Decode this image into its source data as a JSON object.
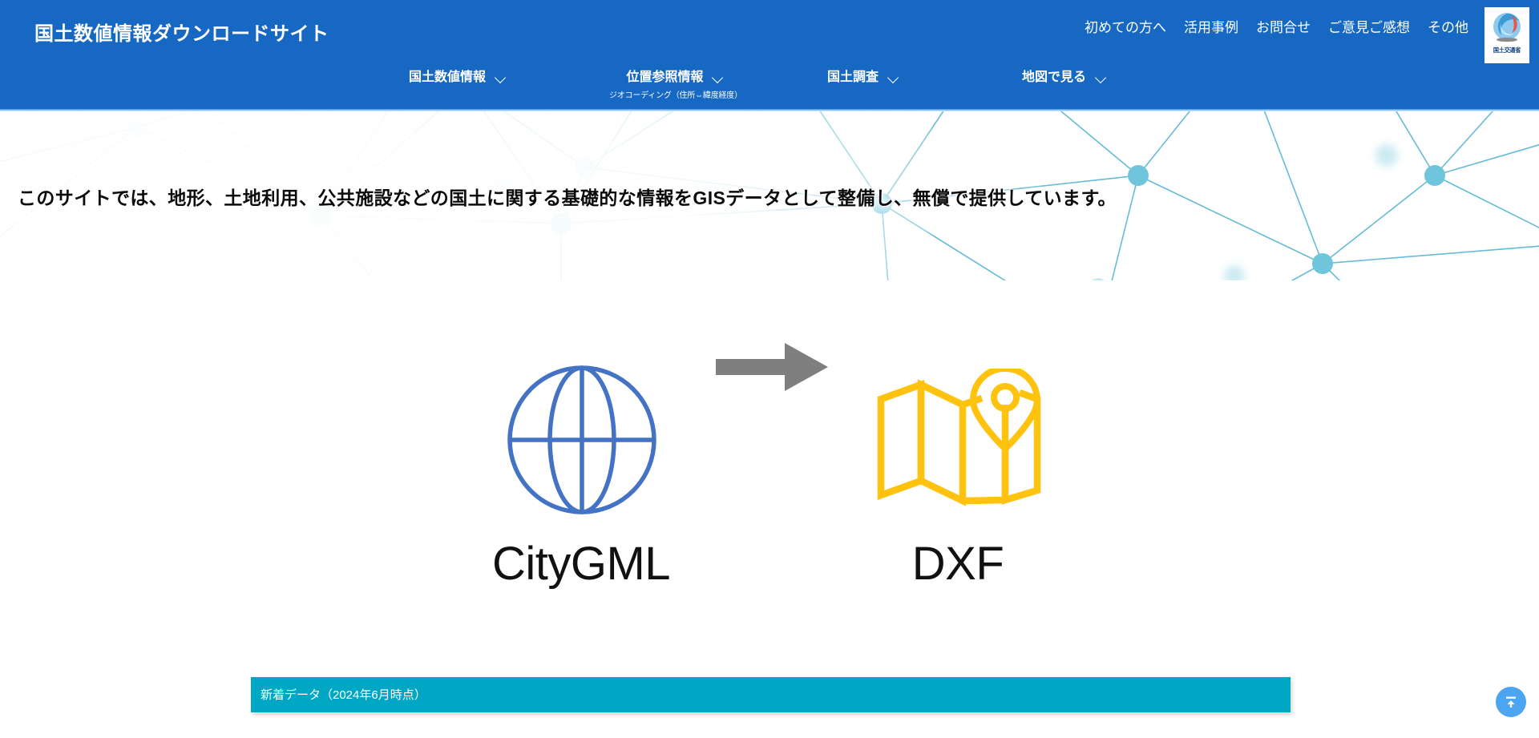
{
  "header": {
    "title": "国土数値情報ダウンロードサイト",
    "brand_color": "#1668C2",
    "utility_links": [
      {
        "label": "初めての方へ"
      },
      {
        "label": "活用事例"
      },
      {
        "label": "お問合せ"
      },
      {
        "label": "ご意見ご感想"
      },
      {
        "label": "その他"
      }
    ],
    "logo": {
      "icon": "mlit-emblem-icon",
      "caption": "国土交通省"
    }
  },
  "main_nav": {
    "items": [
      {
        "label": "国土数値情報",
        "sub": "",
        "chevron": "chevron-down-icon"
      },
      {
        "label": "位置参照情報",
        "sub": "ジオコーディング（住所⇔緯度経度）",
        "chevron": "chevron-down-icon"
      },
      {
        "label": "国土調査",
        "sub": "",
        "chevron": "chevron-down-icon"
      },
      {
        "label": "地図で見る",
        "sub": "",
        "chevron": "chevron-down-icon"
      }
    ]
  },
  "hero": {
    "text": "このサイトでは、地形、土地利用、公共施設などの国土に関する基礎的な情報をGISデータとして整備し、無償で提供しています。",
    "background": "network-graph-pattern",
    "node_color": "#6EC5DC",
    "line_color": "#5EB8D4"
  },
  "conversion": {
    "source": {
      "icon": "globe-icon",
      "label": "CityGML",
      "color": "#4472C4"
    },
    "arrow": {
      "icon": "arrow-right-icon",
      "color": "#7F7F7F"
    },
    "target": {
      "icon": "map-pin-icon",
      "label": "DXF",
      "color": "#FFC20E"
    }
  },
  "new_data_banner": {
    "label": "新着データ（2024年6月時点）",
    "color": "#00A7C4"
  },
  "scroll_top": {
    "icon": "arrow-up-to-line-icon",
    "color": "#4CA5F0"
  }
}
